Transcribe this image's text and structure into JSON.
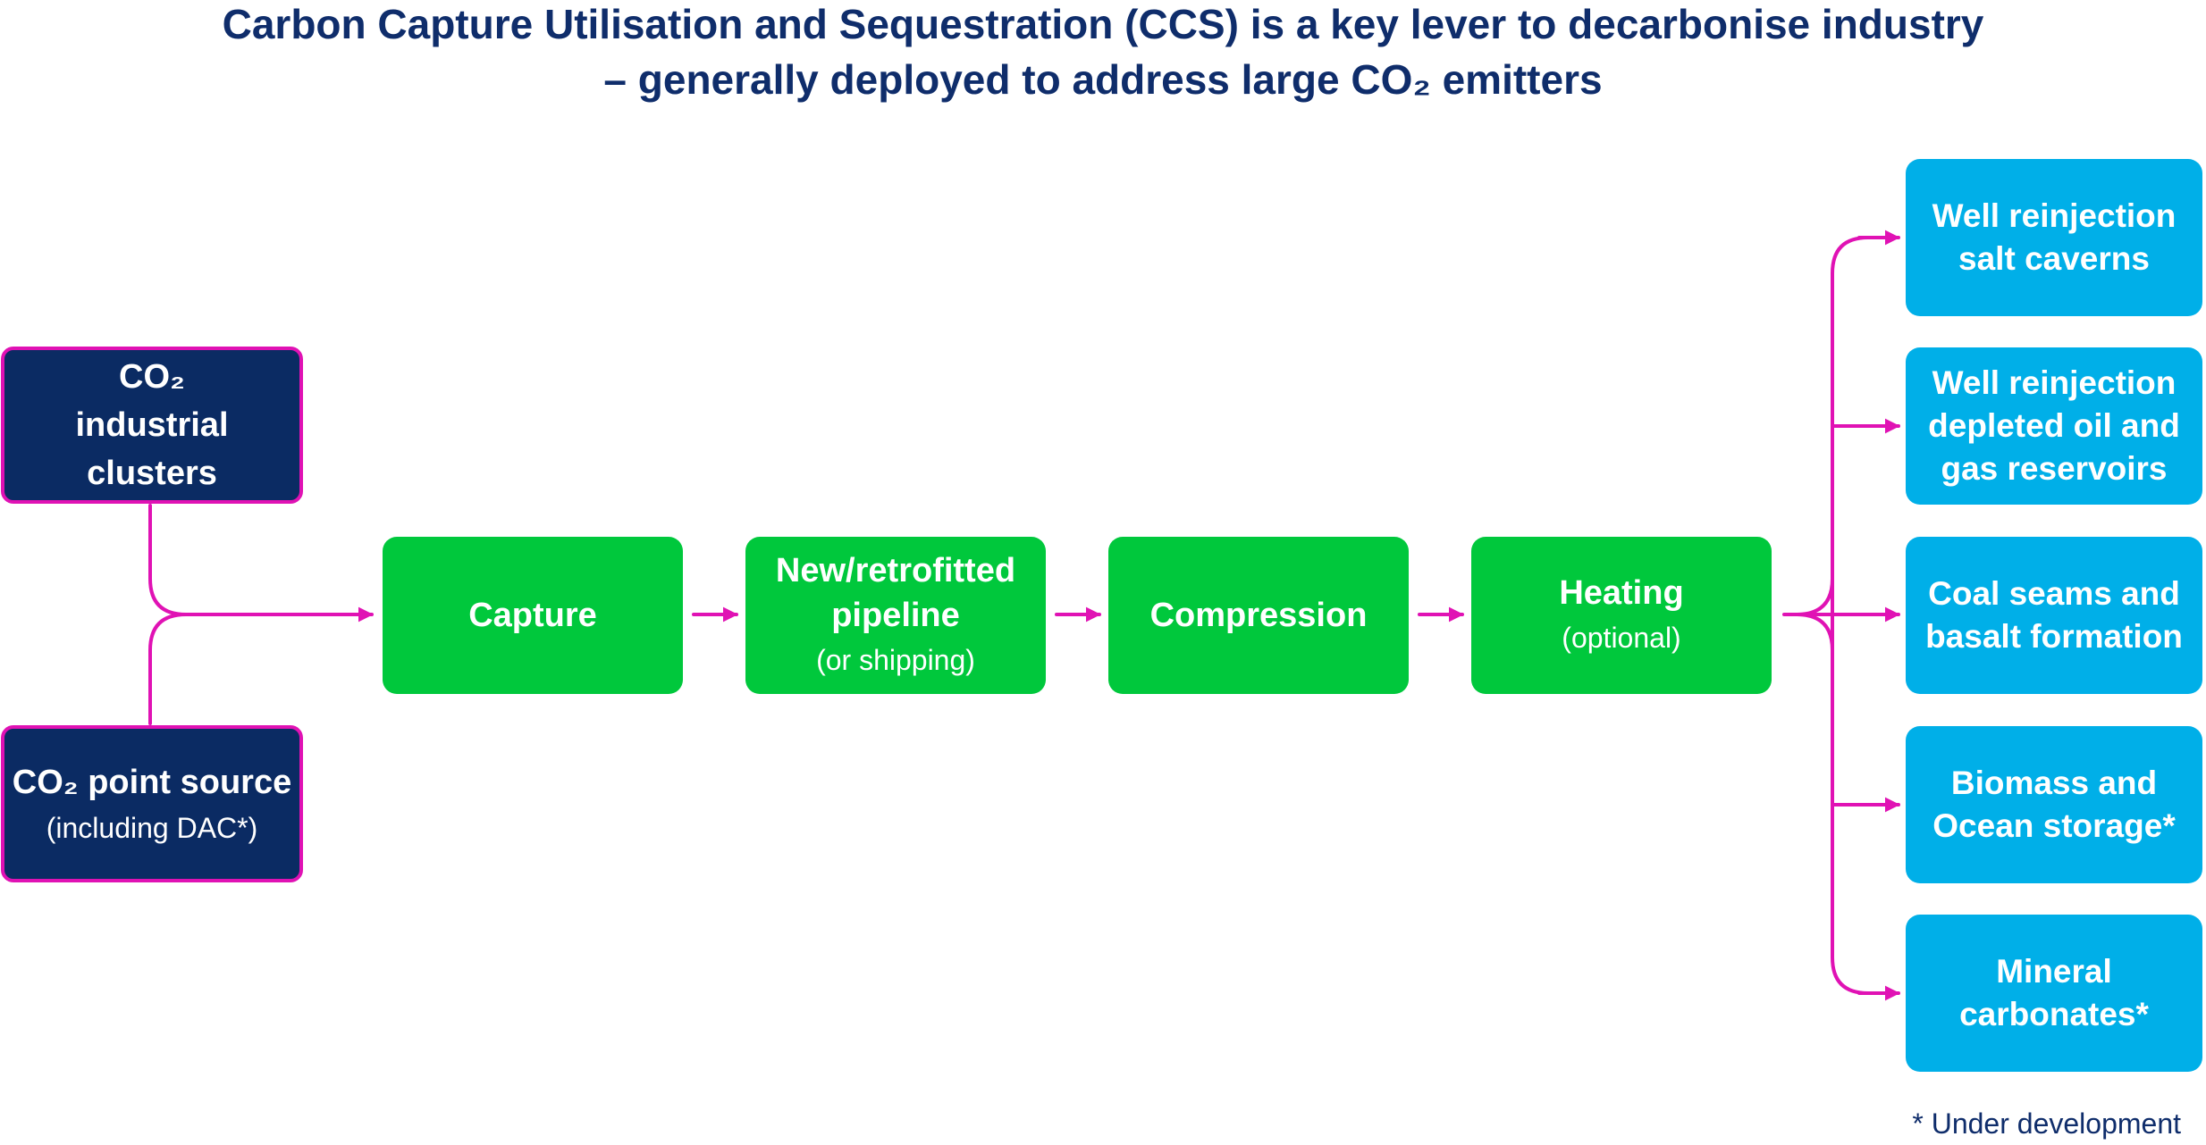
{
  "title": {
    "line1": "Carbon Capture Utilisation and Sequestration (CCS) is a key lever to decarbonise industry",
    "line2": "– generally deployed to address large CO₂ emitters"
  },
  "sources": [
    {
      "label": "CO₂ industrial clusters",
      "sub": ""
    },
    {
      "label": "CO₂ point source",
      "sub": "(including DAC*)"
    }
  ],
  "steps": [
    {
      "label": "Capture",
      "sub": ""
    },
    {
      "label": "New/retrofitted pipeline",
      "sub": "(or shipping)"
    },
    {
      "label": "Compression",
      "sub": ""
    },
    {
      "label": "Heating",
      "sub": "(optional)"
    }
  ],
  "destinations": [
    {
      "label": "Well reinjection salt caverns"
    },
    {
      "label": "Well reinjection depleted oil and gas reservoirs"
    },
    {
      "label": "Coal seams and basalt formation"
    },
    {
      "label": "Biomass and Ocean storage*"
    },
    {
      "label": "Mineral carbonates*"
    }
  ],
  "footnote": "* Under development",
  "colors": {
    "title_text": "#0f2d6b",
    "source_fill": "#0b2b63",
    "source_border": "#e012b4",
    "step_fill": "#00c83c",
    "destination_fill": "#00afe8",
    "connector": "#e012b4"
  }
}
